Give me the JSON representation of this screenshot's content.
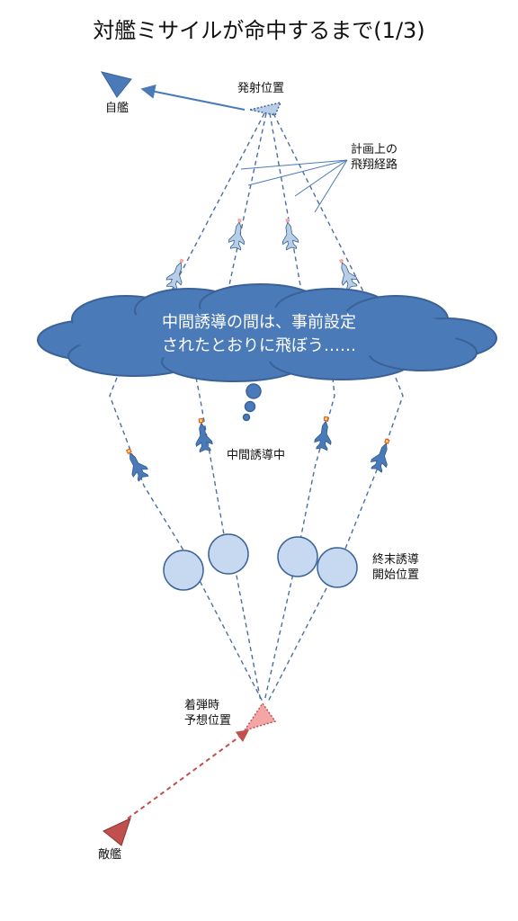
{
  "title": "対艦ミサイルが命中するまで(1/3)",
  "labels": {
    "own_ship": "自艦",
    "launch_position": "発射位置",
    "planned_path": "計画上の\n飛翔経路",
    "midcourse": "中間誘導中",
    "terminal_start": "終末誘導\n開始位置",
    "predicted_impact": "着弾時\n予想位置",
    "enemy_ship": "敵艦"
  },
  "thought_bubble": {
    "text": "中間誘導の間は、事前設定\nされたとおりに飛ぼう……"
  },
  "colors": {
    "own_ship": "#4a7ab8",
    "enemy_ship": "#c0504d",
    "cloud_fill": "#4a7ab8",
    "cloud_stroke": "#3a6296",
    "path_dash": "#4a6fa5",
    "circle_fill": "#c6d9f1",
    "circle_stroke": "#3a6296",
    "missile": "#4a7ab8",
    "missile_faded": "#b8cde6",
    "impact_marker": "#f4a6a6",
    "enemy_arrow": "#c0504d"
  },
  "icons": {
    "own_ship": "triangle-ship-icon",
    "enemy_ship": "triangle-ship-icon",
    "missile": "missile-icon"
  }
}
